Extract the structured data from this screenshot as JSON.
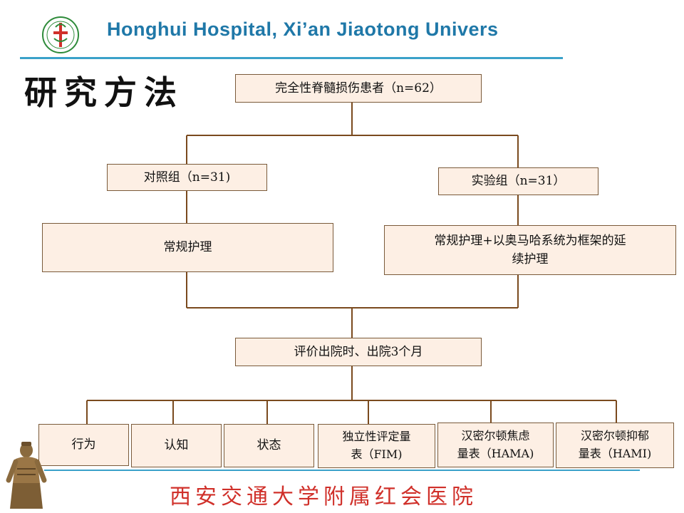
{
  "header": {
    "hospital_name": "Honghui Hospital, Xi’an Jiaotong Univers",
    "section_title": "研究方法",
    "brand_color": "#1f78a8"
  },
  "flowchart": {
    "root": "完全性脊髓损伤患者（n=62）",
    "control_group": "对照组（n=31)",
    "experimental_group": "实验组（n=31）",
    "control_intervention": "常规护理",
    "experimental_intervention_line1": "常规护理+以奥马哈系统为框架的延",
    "experimental_intervention_line2": "续护理",
    "evaluation": "评价出院时、出院3个月",
    "outcomes": {
      "behavior": "行为",
      "cognition": "认知",
      "status": "状态",
      "fim_line1": "独立性评定量",
      "fim_line2": "表（FIM)",
      "hama_line1": "汉密尔顿焦虑",
      "hama_line2": "量表（HAMA)",
      "hami_line1": "汉密尔顿抑郁",
      "hami_line2": "量表（HAMI)"
    },
    "node_fill": "#fdefe4",
    "line_color": "#7a4a1e"
  },
  "footer": {
    "institution": "西安交通大学附属红会医院",
    "text_color": "#d0302a"
  },
  "icons": {
    "logo": "hospital-emblem-icon",
    "decoration": "terracotta-warrior-icon"
  }
}
